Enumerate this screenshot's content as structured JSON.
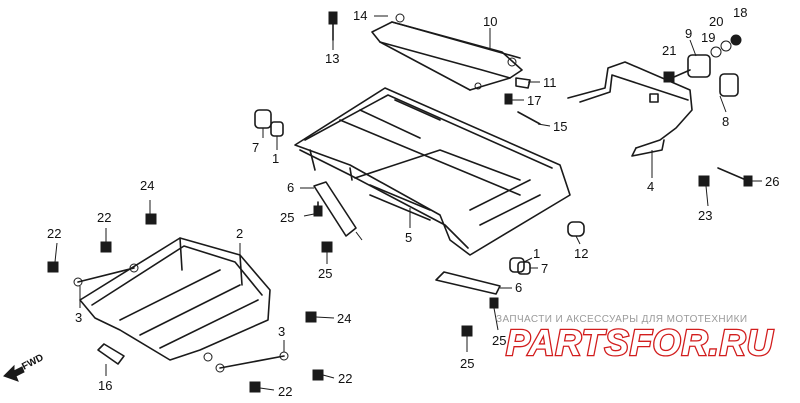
{
  "diagram": {
    "labels": [
      {
        "id": "p14",
        "text": "14"
      },
      {
        "id": "p13",
        "text": "13"
      },
      {
        "id": "p10",
        "text": "10"
      },
      {
        "id": "p11",
        "text": "11"
      },
      {
        "id": "p17",
        "text": "17"
      },
      {
        "id": "p15",
        "text": "15"
      },
      {
        "id": "p9",
        "text": "9"
      },
      {
        "id": "p20",
        "text": "20"
      },
      {
        "id": "p18",
        "text": "18"
      },
      {
        "id": "p19",
        "text": "19"
      },
      {
        "id": "p21",
        "text": "21"
      },
      {
        "id": "p8",
        "text": "8"
      },
      {
        "id": "p4",
        "text": "4"
      },
      {
        "id": "p26",
        "text": "26"
      },
      {
        "id": "p23",
        "text": "23"
      },
      {
        "id": "p7a",
        "text": "7"
      },
      {
        "id": "p1a",
        "text": "1"
      },
      {
        "id": "p6a",
        "text": "6"
      },
      {
        "id": "p24a",
        "text": "24"
      },
      {
        "id": "p25a",
        "text": "25"
      },
      {
        "id": "p5",
        "text": "5"
      },
      {
        "id": "p12",
        "text": "12"
      },
      {
        "id": "p1b",
        "text": "1"
      },
      {
        "id": "p7b",
        "text": "7"
      },
      {
        "id": "p22a",
        "text": "22"
      },
      {
        "id": "p22b",
        "text": "22"
      },
      {
        "id": "p2",
        "text": "2"
      },
      {
        "id": "p25b",
        "text": "25"
      },
      {
        "id": "p6b",
        "text": "6"
      },
      {
        "id": "p3a",
        "text": "3"
      },
      {
        "id": "p24b",
        "text": "24"
      },
      {
        "id": "p25c",
        "text": "25"
      },
      {
        "id": "p3b",
        "text": "3"
      },
      {
        "id": "p25d",
        "text": "25"
      },
      {
        "id": "p16",
        "text": "16"
      },
      {
        "id": "p22c",
        "text": "22"
      },
      {
        "id": "p22d",
        "text": "22"
      }
    ]
  },
  "watermark": {
    "tagline": "ЗАПЧАСТИ И АКСЕССУАРЫ ДЛЯ МОТОТЕХНИКИ",
    "logo": "PARTSFOR.RU"
  },
  "fwd_label": "FWD",
  "colors": {
    "line": "#1a1a1a",
    "watermark_logo": "#d21d1d",
    "watermark_text": "#9a9a9a"
  }
}
